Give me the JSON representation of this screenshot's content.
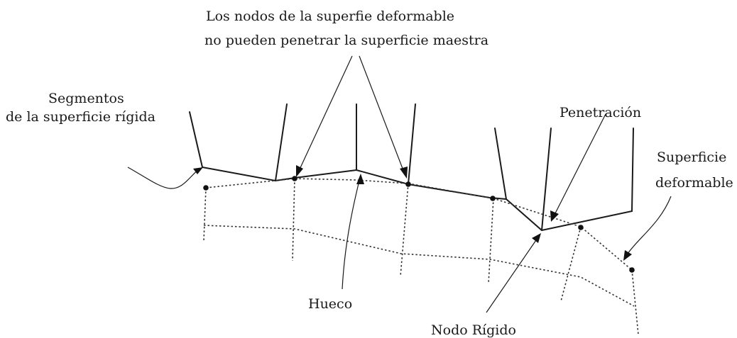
{
  "labels": {
    "top_note_line1": "Los nodos de la superfie deformable",
    "top_note_line2": "no pueden penetrar la superficie maestra",
    "segments_line1": "Segmentos",
    "segments_line2": "de la superficie rígida",
    "penetration": "Penetración",
    "deformable_line1": "Superficie",
    "deformable_line2": "deformable",
    "gap": "Hueco",
    "rigid_node": "Nodo Rígido"
  }
}
